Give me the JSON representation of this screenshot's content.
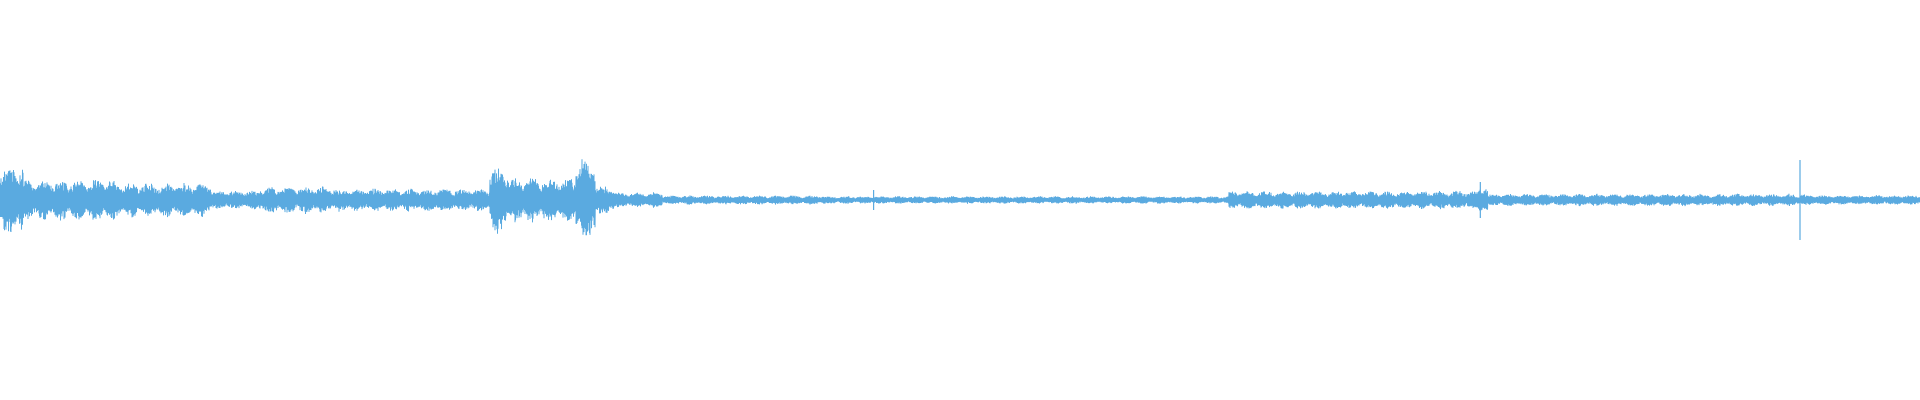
{
  "waveform": {
    "color": "#5aaae0",
    "background": "#ffffff",
    "baseline_amplitude": 0.012,
    "segments": [
      {
        "start": 0.0,
        "end": 0.012,
        "amplitude": 0.09
      },
      {
        "start": 0.012,
        "end": 0.06,
        "amplitude": 0.055
      },
      {
        "start": 0.06,
        "end": 0.11,
        "amplitude": 0.045
      },
      {
        "start": 0.11,
        "end": 0.135,
        "amplitude": 0.025
      },
      {
        "start": 0.135,
        "end": 0.175,
        "amplitude": 0.035
      },
      {
        "start": 0.175,
        "end": 0.255,
        "amplitude": 0.03
      },
      {
        "start": 0.255,
        "end": 0.265,
        "amplitude": 0.09
      },
      {
        "start": 0.265,
        "end": 0.3,
        "amplitude": 0.06
      },
      {
        "start": 0.3,
        "end": 0.31,
        "amplitude": 0.11
      },
      {
        "start": 0.31,
        "end": 0.32,
        "amplitude": 0.04
      },
      {
        "start": 0.32,
        "end": 0.345,
        "amplitude": 0.02
      },
      {
        "start": 0.345,
        "end": 0.43,
        "amplitude": 0.012
      },
      {
        "start": 0.43,
        "end": 0.64,
        "amplitude": 0.01
      },
      {
        "start": 0.64,
        "end": 0.77,
        "amplitude": 0.024
      },
      {
        "start": 0.77,
        "end": 0.775,
        "amplitude": 0.04
      },
      {
        "start": 0.775,
        "end": 0.94,
        "amplitude": 0.016
      },
      {
        "start": 0.94,
        "end": 1.0,
        "amplitude": 0.013
      }
    ],
    "spikes": [
      {
        "position": 0.455,
        "amplitude": 0.025
      },
      {
        "position": 0.771,
        "amplitude": 0.045
      },
      {
        "position": 0.9375,
        "amplitude": 0.1
      }
    ]
  }
}
